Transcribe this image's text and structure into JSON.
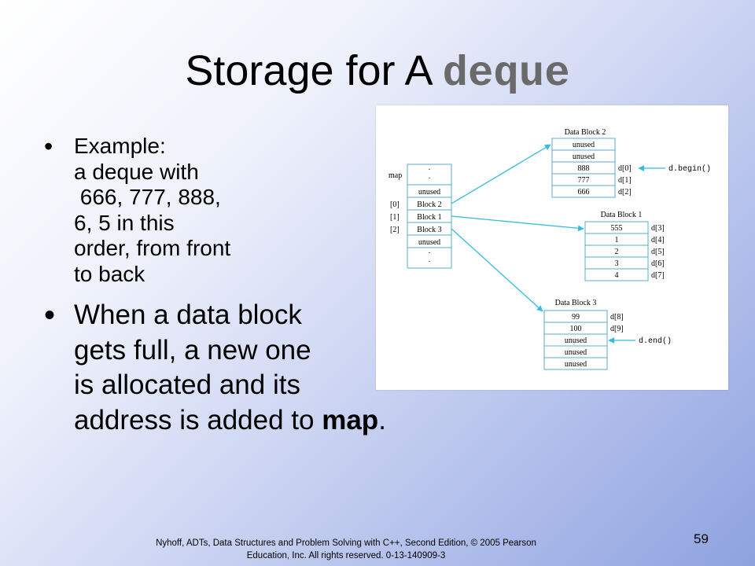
{
  "title": {
    "plain": "Storage for A ",
    "mono": "deque"
  },
  "bullets": [
    {
      "lines": [
        "Example:",
        "a deque with",
        " 666, 777, 888,",
        "6, 5 in this",
        "order, from front",
        "to back"
      ]
    },
    {
      "lines": [
        "When a data block",
        "gets full, a new one",
        "is allocated and its"
      ],
      "last_line_plain": "address is added to ",
      "last_line_bold": "map",
      "last_line_tail": "."
    }
  ],
  "diagram": {
    "map": {
      "label": "map",
      "cells": [
        "·\n·",
        "unused",
        "Block 2",
        "Block 1",
        "Block 3",
        "unused",
        "·\n·"
      ],
      "indices": [
        "[0]",
        "[1]",
        "[2]"
      ]
    },
    "block2": {
      "title": "Data Block 2",
      "cells": [
        "unused",
        "unused",
        "888",
        "777",
        "666"
      ],
      "labels": [
        "d[0]",
        "d[1]",
        "d[2]"
      ],
      "pointer": "d.begin()"
    },
    "block1": {
      "title": "Data Block 1",
      "cells": [
        "555",
        "1",
        "2",
        "3",
        "4"
      ],
      "labels": [
        "d[3]",
        "d[4]",
        "d[5]",
        "d[6]",
        "d[7]"
      ]
    },
    "block3": {
      "title": "Data Block 3",
      "cells": [
        "99",
        "100",
        "unused",
        "unused",
        "unused"
      ],
      "labels": [
        "d[8]",
        "d[9]"
      ],
      "pointer": "d.end()"
    },
    "arrow_color": "#33bbe0"
  },
  "footer": {
    "line1": "Nyhoff, ADTs, Data Structures and Problem Solving with C++, Second Edition, © 2005 Pearson",
    "line2": "Education, Inc. All rights reserved. 0-13-140909-3"
  },
  "page_number": "59"
}
